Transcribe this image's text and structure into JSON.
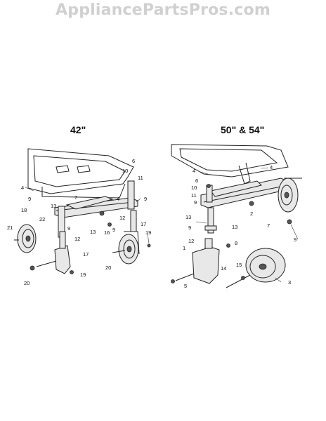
{
  "watermark": "AppliancePartsPros.com",
  "panels": [
    {
      "heading": "42\"",
      "callouts": [
        "6",
        "10",
        "11",
        "4",
        "9",
        "7",
        "4",
        "9",
        "13",
        "18",
        "22",
        "9",
        "13",
        "16",
        "9",
        "12",
        "17",
        "19",
        "21",
        "12",
        "17",
        "20",
        "20",
        "19"
      ]
    },
    {
      "heading": "50\" & 54\"",
      "callouts": [
        "4",
        "4",
        "6",
        "10",
        "11",
        "9",
        "13",
        "9",
        "12",
        "2",
        "13",
        "7",
        "9",
        "8",
        "1",
        "15",
        "14",
        "5",
        "3"
      ]
    }
  ]
}
